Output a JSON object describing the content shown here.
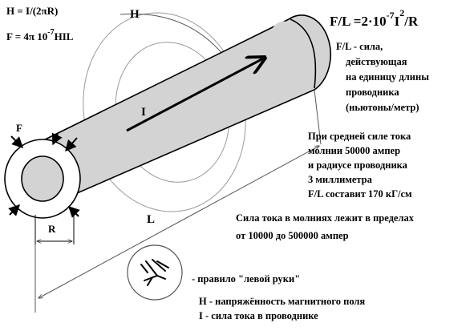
{
  "formulas": {
    "h_equals": "H = I/(2",
    "h_pi": "π",
    "h_tail": "R)",
    "f_equals": "F = 4",
    "f_pi": "π",
    "f_ten": " 10",
    "f_exp": "-7",
    "f_tail": "HIL",
    "fl_main": "F/L =2·10",
    "fl_exp1": "-7",
    "fl_mid": "I",
    "fl_exp2": "2",
    "fl_tail": "/R"
  },
  "labels": {
    "h": "H",
    "i": "I",
    "f": "F",
    "r": "R",
    "l": "L"
  },
  "definition_lines": [
    "F/L  - сила,",
    "действующая",
    "на единицу  длины",
    "проводника",
    "(ньютоны/метр)"
  ],
  "example_lines": [
    "При средней силе тока",
    "молнии 50000 ампер",
    " и радиусе  проводника",
    " 3 миллиметра",
    "F/L составит 170 кГ/см"
  ],
  "range_lines": [
    "Сила тока в молниях лежит в пределах",
    "от 10000 до 500000  ампер"
  ],
  "rule_text": "- правило \"левой руки\"",
  "legend_lines": [
    "H - напряжённость магнитного поля",
    "I - сила тока в проводнике"
  ],
  "colors": {
    "conductor_fill": "#d3d3d3",
    "stroke": "#000000",
    "field_lines": "#808080"
  }
}
